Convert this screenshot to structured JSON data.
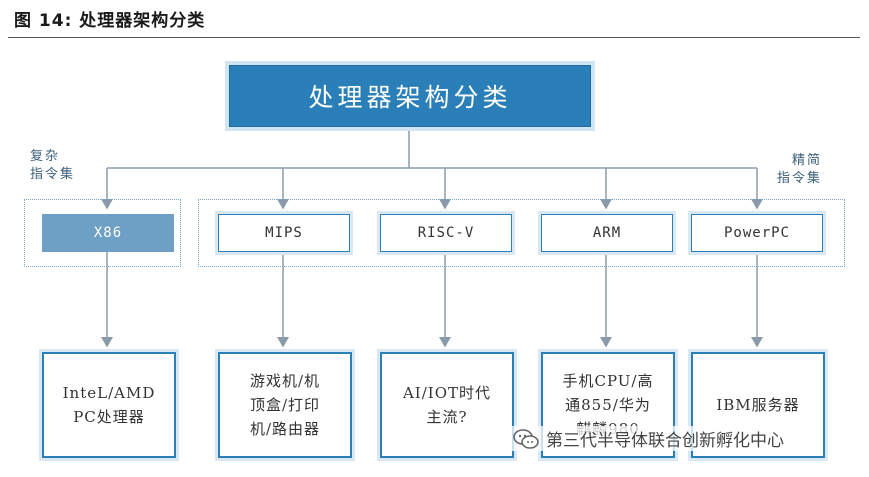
{
  "figure_caption": "图 14:  处理器架构分类",
  "title": "处理器架构分类",
  "left_label": "复杂\n指令集",
  "right_label": "精简\n指令集",
  "architectures": [
    {
      "name": "X86",
      "highlight": true
    },
    {
      "name": "MIPS",
      "highlight": false
    },
    {
      "name": "RISC-V",
      "highlight": false
    },
    {
      "name": "ARM",
      "highlight": false
    },
    {
      "name": "PowerPC",
      "highlight": false
    }
  ],
  "applications": [
    "IntеL/AMD\nPC处理器",
    "游戏机/机\n顶盒/打印\n机/路由器",
    "AI/IOT时代\n主流?",
    "手机CPU/高\n通855/华为\n麒麟980",
    "IBM服务器"
  ],
  "watermark": "第三代半导体联合创新孵化中心"
}
